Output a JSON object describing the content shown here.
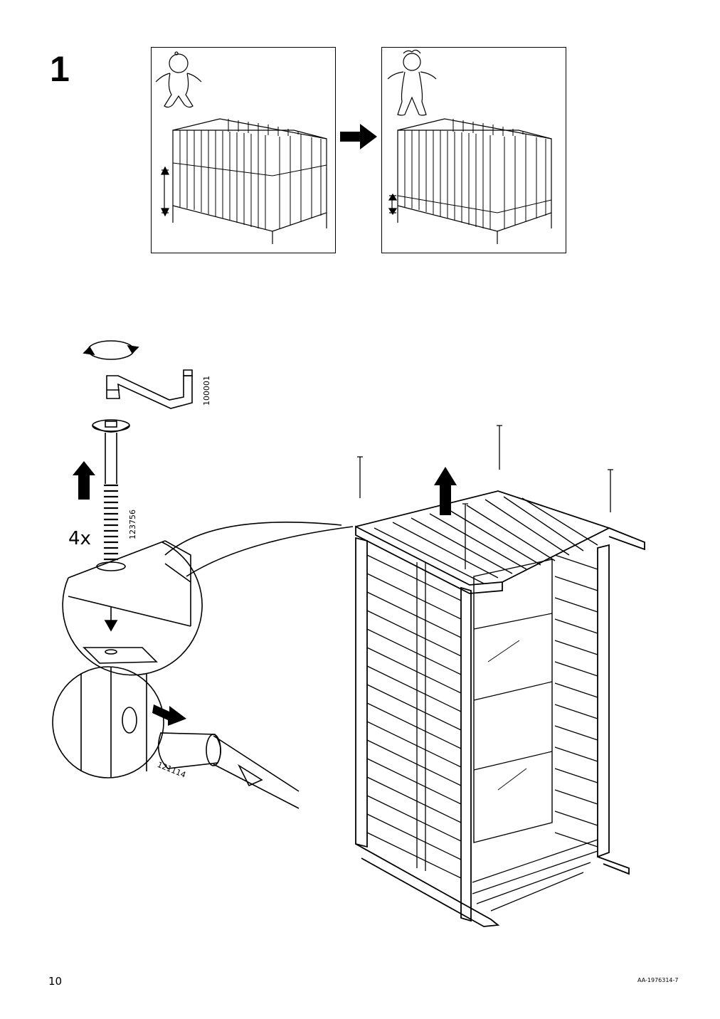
{
  "step": {
    "number": "1"
  },
  "quantity": "4x",
  "parts": {
    "allen_key": "100001",
    "bolt": "123756",
    "dowel": "121114"
  },
  "footer": {
    "page_number": "10",
    "document_code": "AA-1976314-7"
  },
  "icons": {
    "panel_a": [
      "baby-icon",
      "crib-high-mattress-icon",
      "height-arrow-icon"
    ],
    "panel_b": [
      "toddler-icon",
      "crib-low-mattress-icon",
      "height-arrow-icon"
    ],
    "transition": "right-arrow-icon",
    "detail": [
      "rotate-icon",
      "allen-key-icon",
      "bolt-icon",
      "up-arrow-icon",
      "zoom-callout-icon",
      "screwdriver-icon",
      "crib-on-end-icon"
    ]
  }
}
